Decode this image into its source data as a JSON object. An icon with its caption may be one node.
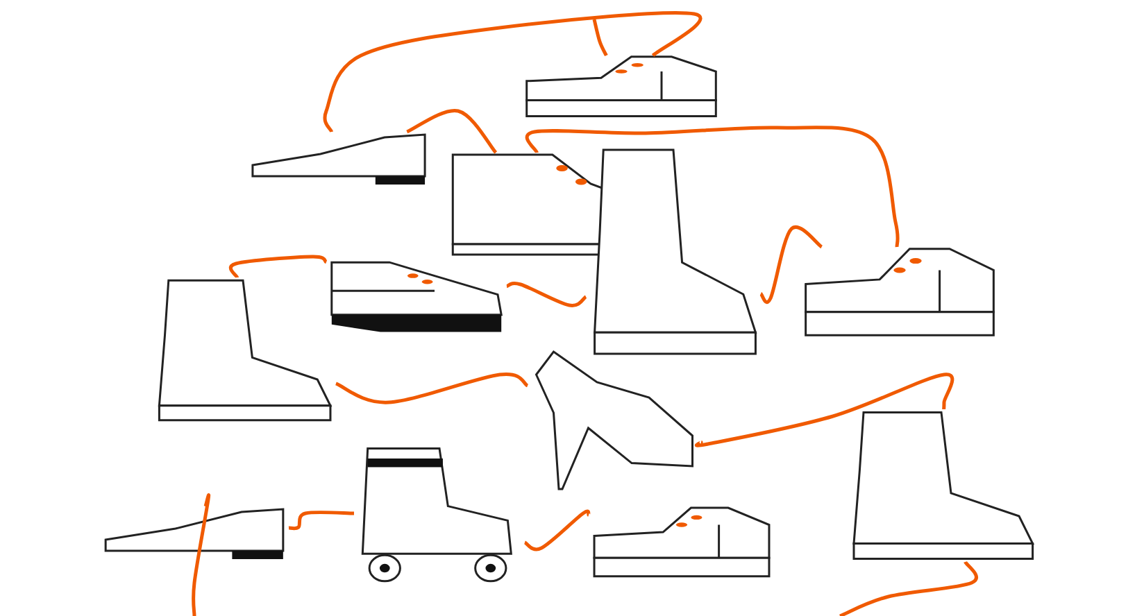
{
  "diagram": {
    "nodes": [
      {
        "text": [],
        "shape": "picture"
      },
      {
        "text": [],
        "shape": "picture"
      },
      {
        "text": [],
        "shape": "picture"
      },
      {
        "text": [],
        "shape": "picture"
      },
      {
        "text": [],
        "shape": "picture"
      },
      {
        "text": [],
        "shape": "picture"
      },
      {
        "text": [],
        "shape": "picture"
      },
      {
        "text": [],
        "shape": "picture"
      },
      {
        "text": [],
        "shape": "picture"
      },
      {
        "text": [],
        "shape": "picture"
      },
      {
        "text": [],
        "shape": "picture"
      },
      {
        "text": [],
        "shape": "picture"
      }
    ],
    "edges": [
      {
        "from": null,
        "to": 0,
        "arrow": "none"
      },
      {
        "from": 0,
        "to": 1,
        "arrow": "none"
      },
      {
        "from": 1,
        "to": 2,
        "arrow": "none"
      },
      {
        "from": 2,
        "to": 4,
        "arrow": "none"
      },
      {
        "from": 4,
        "to": 3,
        "arrow": "none"
      },
      {
        "from": 3,
        "to": 6,
        "arrow": "none"
      },
      {
        "from": 6,
        "to": 5,
        "arrow": "none"
      },
      {
        "from": 5,
        "to": 7,
        "arrow": "none"
      },
      {
        "from": 7,
        "to": 8,
        "arrow": "none"
      },
      {
        "from": 8,
        "to": null,
        "arrow": "none"
      },
      {
        "from": 11,
        "to": 10,
        "arrow": "none"
      },
      {
        "from": 10,
        "to": 9,
        "arrow": "none"
      },
      {
        "from": 9,
        "to": null,
        "arrow": "none"
      }
    ]
  }
}
